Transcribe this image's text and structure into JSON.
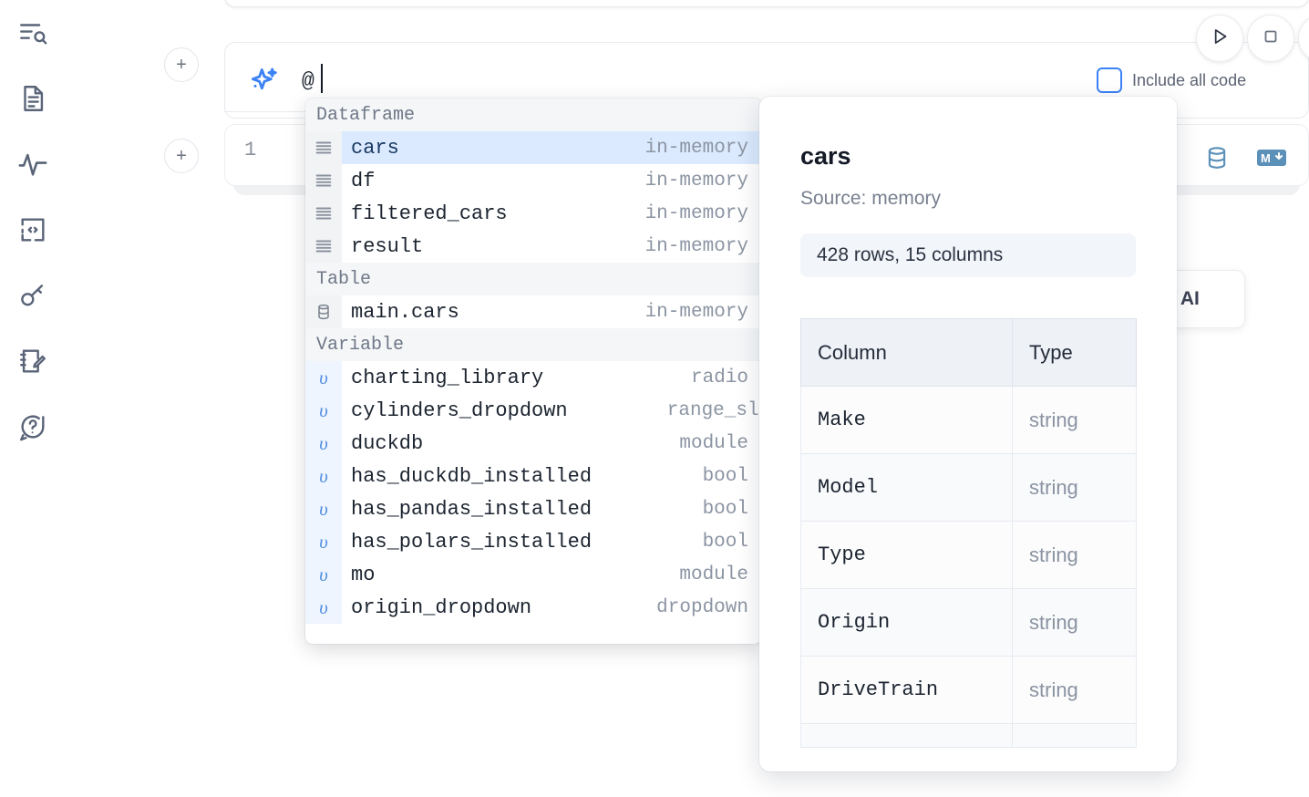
{
  "sidebar": {
    "items": [
      {
        "name": "outline-search-icon",
        "label": "Outline search"
      },
      {
        "name": "document-icon",
        "label": "Notebook"
      },
      {
        "name": "activity-icon",
        "label": "Activity"
      },
      {
        "name": "snippet-code-icon",
        "label": "Snippets"
      },
      {
        "name": "key-icon",
        "label": "Secrets"
      },
      {
        "name": "scratchpad-edit-icon",
        "label": "Scratchpad"
      },
      {
        "name": "help-chat-icon",
        "label": "Help"
      }
    ]
  },
  "toolbar": {
    "add_cell_label": "+",
    "run_label": "run",
    "stop_label": "stop",
    "include_all_code_label": "Include all code",
    "include_all_code_checked": false,
    "database_icon": "database-icon",
    "markdown_icon": "markdown-icon"
  },
  "ai_bar": {
    "icon": "ai-sparkle-icon",
    "value": "@",
    "placeholder": ""
  },
  "code_cell": {
    "line_number": "1"
  },
  "ai_card": {
    "label": "h AI"
  },
  "autocomplete": {
    "sections": [
      {
        "title": "Dataframe",
        "rows": [
          {
            "icon": "dataframe-icon",
            "name": "cars",
            "type": "in-memory",
            "selected": true
          },
          {
            "icon": "dataframe-icon",
            "name": "df",
            "type": "in-memory",
            "selected": false
          },
          {
            "icon": "dataframe-icon",
            "name": "filtered_cars",
            "type": "in-memory",
            "selected": false
          },
          {
            "icon": "dataframe-icon",
            "name": "result",
            "type": "in-memory",
            "selected": false
          }
        ]
      },
      {
        "title": "Table",
        "rows": [
          {
            "icon": "database-icon",
            "name": "main.cars",
            "type": "in-memory",
            "selected": false
          }
        ]
      },
      {
        "title": "Variable",
        "rows": [
          {
            "icon": "variable-icon",
            "name": "charting_library",
            "type": "radio",
            "selected": false
          },
          {
            "icon": "variable-icon",
            "name": "cylinders_dropdown",
            "type": "range_slider",
            "selected": false
          },
          {
            "icon": "variable-icon",
            "name": "duckdb",
            "type": "module",
            "selected": false
          },
          {
            "icon": "variable-icon",
            "name": "has_duckdb_installed",
            "type": "bool",
            "selected": false
          },
          {
            "icon": "variable-icon",
            "name": "has_pandas_installed",
            "type": "bool",
            "selected": false
          },
          {
            "icon": "variable-icon",
            "name": "has_polars_installed",
            "type": "bool",
            "selected": false
          },
          {
            "icon": "variable-icon",
            "name": "mo",
            "type": "module",
            "selected": false
          },
          {
            "icon": "variable-icon",
            "name": "origin_dropdown",
            "type": "dropdown",
            "selected": false
          }
        ]
      }
    ]
  },
  "detail": {
    "title": "cars",
    "source": "Source: memory",
    "shape": "428 rows, 15 columns",
    "columns_header": "Column",
    "type_header": "Type",
    "rows": [
      {
        "column": "Make",
        "type": "string"
      },
      {
        "column": "Model",
        "type": "string"
      },
      {
        "column": "Type",
        "type": "string"
      },
      {
        "column": "Origin",
        "type": "string"
      },
      {
        "column": "DriveTrain",
        "type": "string"
      }
    ]
  },
  "colors": {
    "accent_blue": "#3b82f6",
    "selection_blue": "#dbeafe",
    "icon_slate": "#5a6478",
    "muted_text": "#8c95a3",
    "panel_bg": "#f4f6f8"
  }
}
